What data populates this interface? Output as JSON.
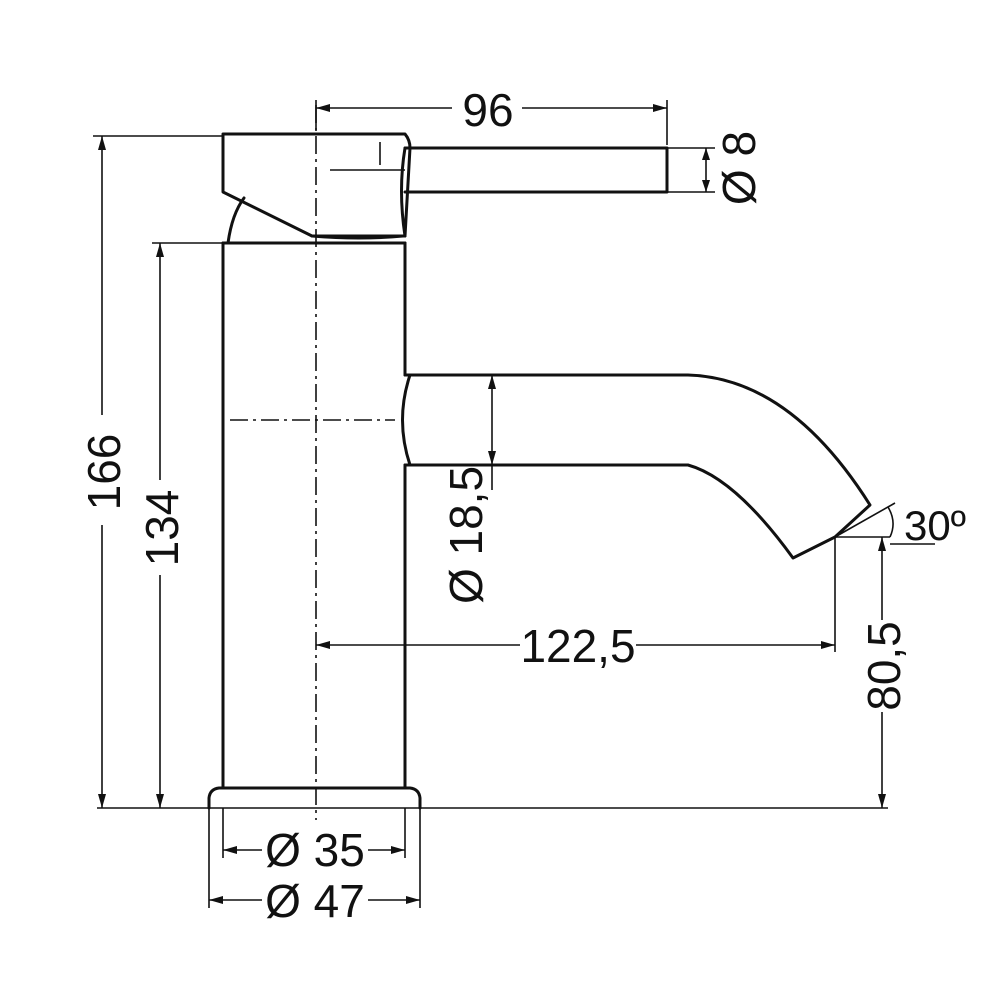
{
  "dimensions": {
    "handle_length": "96",
    "handle_diameter": "Ø 8",
    "total_height": "166",
    "body_height": "134",
    "spout_diameter": "Ø 18,5",
    "spout_reach": "122,5",
    "outlet_height": "80,5",
    "outlet_angle": "30º",
    "body_diameter": "Ø 35",
    "base_diameter": "Ø 47"
  },
  "colors": {
    "line": "#111111",
    "background": "#ffffff"
  }
}
